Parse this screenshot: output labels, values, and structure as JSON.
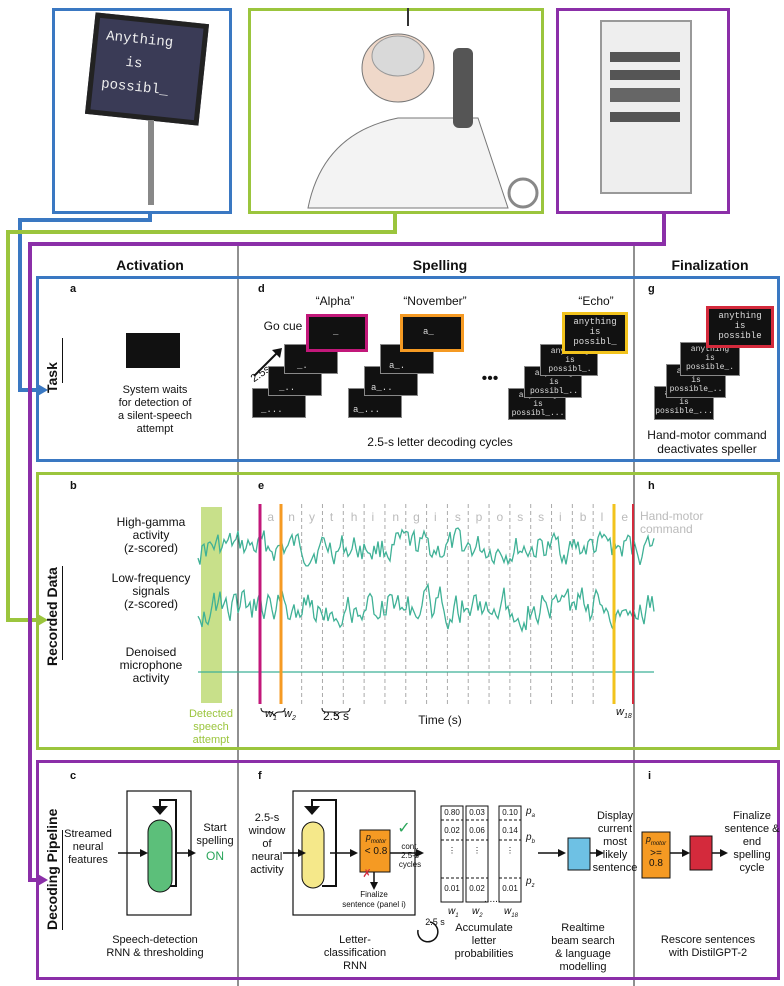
{
  "illustration": {
    "monitor_text": [
      "Anything",
      "is",
      "possibl_"
    ]
  },
  "columns": {
    "activation": "Activation",
    "spelling": "Spelling",
    "finalization": "Finalization"
  },
  "rows": {
    "task": "Task",
    "recorded": "Recorded Data",
    "pipeline": "Decoding Pipeline"
  },
  "panel_letters": [
    "a",
    "b",
    "c",
    "d",
    "e",
    "f",
    "g",
    "h",
    "i"
  ],
  "task": {
    "a_caption": "System waits\nfor detection of\na silent-speech\nattempt",
    "d_words": [
      "“Alpha”",
      "“November”",
      "“Echo”"
    ],
    "go_cue": "Go cue",
    "interval": "2.5s",
    "ellipsis": "•••",
    "d_caption": "2.5-s letter decoding cycles",
    "g_caption": "Hand-motor command\ndeactivates speller",
    "screens_alpha": [
      "_",
      "_.",
      "_..",
      "_..."
    ],
    "screens_november": [
      "a_",
      "a_.",
      "a_..",
      "a_..."
    ],
    "screens_echo": [
      "anything\nis\npossibl_",
      "anything\nis\npossibl_.",
      "anything\nis\npossibl_..",
      "anything\nis\npossibl_..."
    ],
    "screens_final": [
      "anything\nis\npossible",
      "anything\nis\npossible_.",
      "anything\nis\npossible_..",
      "anything\nis\npossible_..."
    ]
  },
  "recorded": {
    "hg_label": "High-gamma\nactivity\n(z-scored)",
    "lf_label": "Low-frequency\nsignals\n(z-scored)",
    "mic_label": "Denoised\nmicrophone\nactivity",
    "detected": "Detected\nspeech\nattempt",
    "letters": [
      "a",
      "n",
      "y",
      "t",
      "h",
      "i",
      "n",
      "g",
      "i",
      "s",
      "p",
      "o",
      "s",
      "s",
      "i",
      "b",
      "l",
      "e"
    ],
    "hand_motor": "Hand-motor\ncommand",
    "w1": "w",
    "w1_sub": "1",
    "w2": "w",
    "w2_sub": "2",
    "w18": "w",
    "w18_sub": "18",
    "interval_label": "2.5 s",
    "time_label": "Time (s)"
  },
  "pipeline": {
    "streamed": "Streamed\nneural\nfeatures",
    "start_spelling": "Start\nspelling",
    "on": "ON",
    "c_caption": "Speech-detection\nRNN & thresholding",
    "window": "2.5-s\nwindow\nof\nneural\nactivity",
    "pmotor_lt": "p",
    "pmotor_sub": "motor",
    "lt_val": "< 0.8",
    "check": "✓",
    "cont": "cont.\n2.5-s\ncycles",
    "cross": "✗",
    "finalize_panel": "Finalize\nsentence (panel i)",
    "loop_25": "2.5 s",
    "letter_rnn": "Letter-\nclassification\nRNN",
    "col1": [
      "0.80",
      "0.02",
      "⋮",
      "0.01"
    ],
    "col2": [
      "0.03",
      "0.06",
      "⋮",
      "0.02"
    ],
    "col3": [
      "0.10",
      "0.14",
      "⋮",
      "0.01"
    ],
    "p_labels": [
      "p",
      "p",
      "p"
    ],
    "p_subs": [
      "a",
      "b",
      "z"
    ],
    "w_labels": [
      "w",
      "w",
      "w"
    ],
    "w_subs": [
      "1",
      "2",
      "18"
    ],
    "dots": "......",
    "accumulate": "Accumulate\nletter\nprobabilities",
    "display": "Display\ncurrent\nmost\nlikely\nsentence",
    "beam": "Realtime\nbeam search\n& language\nmodelling",
    "ge_val": ">=\n0.8",
    "finalize_end": "Finalize\nsentence &\nend\nspelling\ncycle",
    "i_caption": "Rescore sentences\nwith DistilGPT-2"
  },
  "colors": {
    "blue": "#3a78c2",
    "green": "#9bc53d",
    "purple": "#8b2fa8",
    "magenta": "#c2187a",
    "orange": "#f59a23",
    "yellow": "#f2c31d",
    "red": "#d42a3c",
    "teal": "#3fb196",
    "rnn_green": "#5cbf7a",
    "rnn_yellow": "#f5e88a",
    "beam_blue": "#6ec1e4"
  }
}
